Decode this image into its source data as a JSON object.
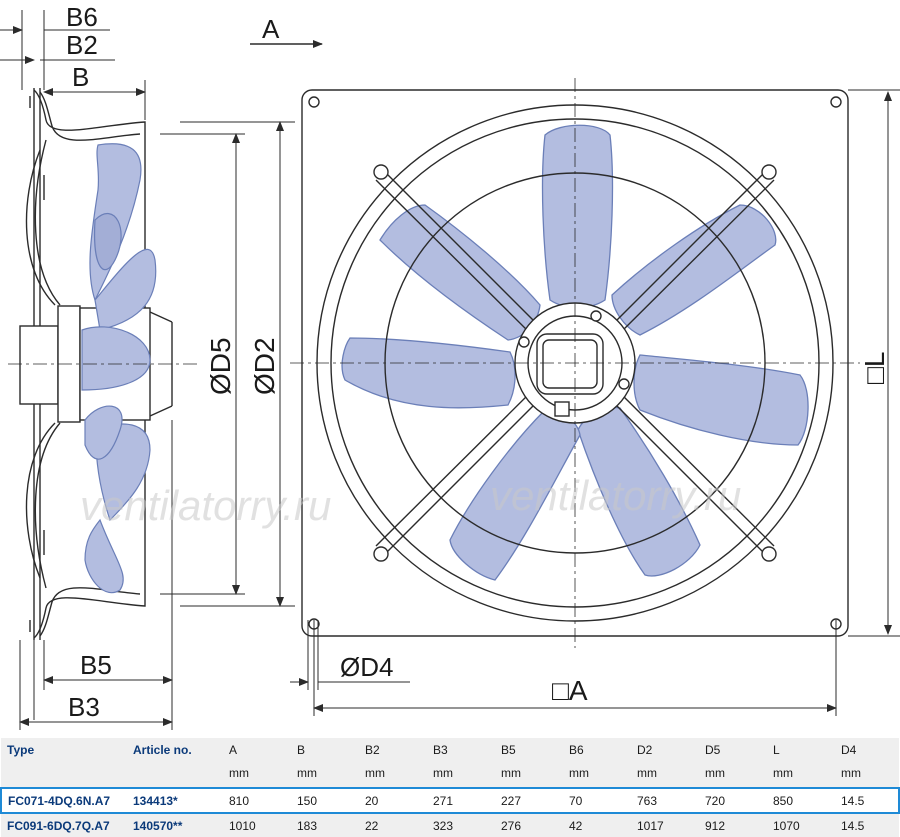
{
  "drawing": {
    "labels": {
      "b6": "B6",
      "b2": "B2",
      "b": "B",
      "view_a": "A",
      "d5": "ØD5",
      "d2": "ØD2",
      "square_l": "□L",
      "d4": "ØD4",
      "b5": "B5",
      "b3": "B3",
      "square_a": "□A"
    },
    "watermarks": [
      "ventilatorry.ru",
      "ventilatorry.ru"
    ],
    "colors": {
      "blade_fill": "#b3bde0",
      "blade_stroke": "#6b7fb8",
      "line": "#2b2b2b"
    }
  },
  "table": {
    "headers": [
      {
        "name": "Type",
        "unit": ""
      },
      {
        "name": "Article no.",
        "unit": ""
      },
      {
        "name": "A",
        "unit": "mm"
      },
      {
        "name": "B",
        "unit": "mm"
      },
      {
        "name": "B2",
        "unit": "mm"
      },
      {
        "name": "B3",
        "unit": "mm"
      },
      {
        "name": "B5",
        "unit": "mm"
      },
      {
        "name": "B6",
        "unit": "mm"
      },
      {
        "name": "D2",
        "unit": "mm"
      },
      {
        "name": "D5",
        "unit": "mm"
      },
      {
        "name": "L",
        "unit": "mm"
      },
      {
        "name": "D4",
        "unit": "mm"
      }
    ],
    "rows": [
      [
        "FC071-4DQ.6N.A7",
        "134413*",
        "810",
        "150",
        "20",
        "271",
        "227",
        "70",
        "763",
        "720",
        "850",
        "14.5"
      ],
      [
        "FC091-6DQ.7Q.A7",
        "140570**",
        "1010",
        "183",
        "22",
        "323",
        "276",
        "42",
        "1017",
        "912",
        "1070",
        "14.5"
      ]
    ]
  }
}
